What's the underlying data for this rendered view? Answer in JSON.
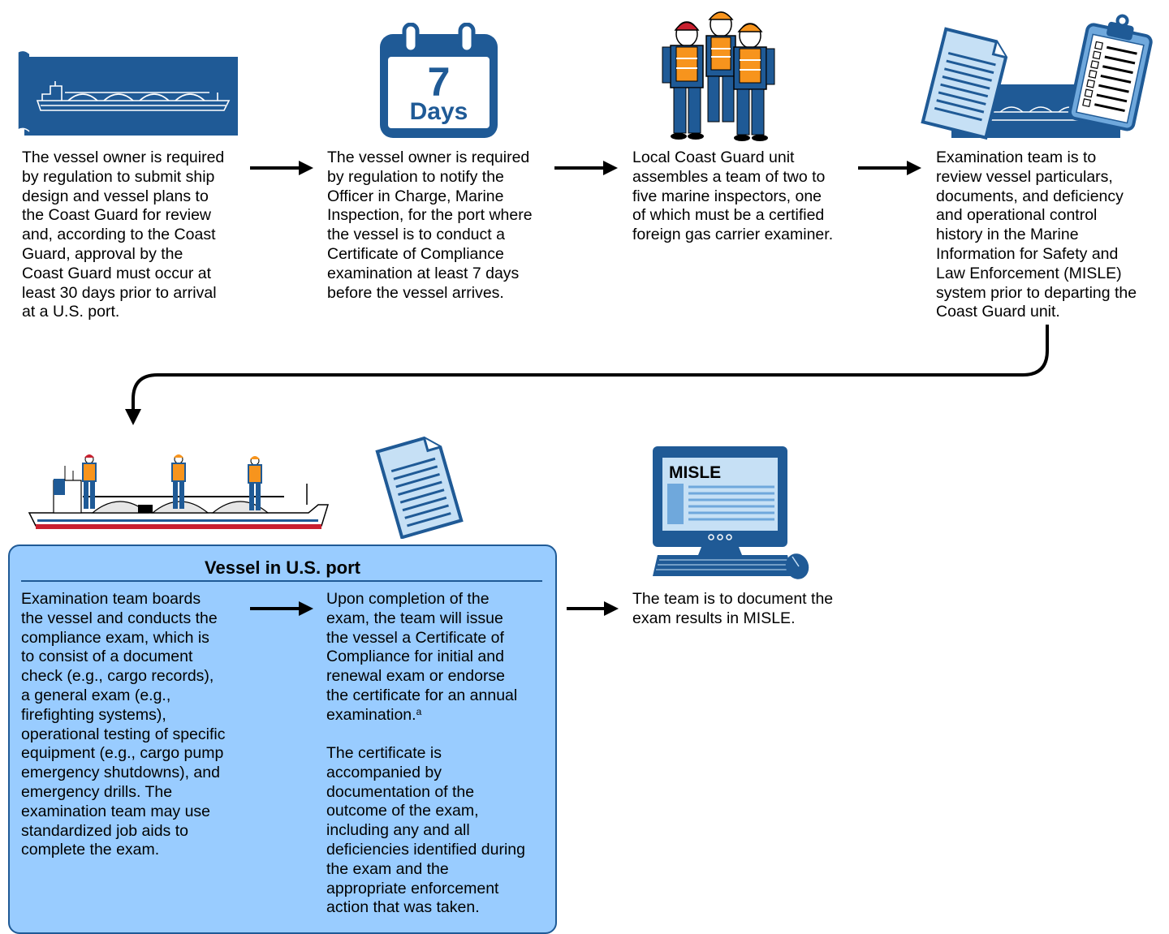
{
  "steps": [
    {
      "text": "The vessel owner is required\nby regulation to submit ship\ndesign and vessel plans to\nthe Coast Guard for review\nand, according to the Coast\nGuard, approval by the\nCoast Guard must occur at\nleast 30 days prior to arrival\nat a U.S. port."
    },
    {
      "text": "The vessel owner is required\nby regulation to notify the\nOfficer in Charge, Marine\nInspection, for the port where\nthe vessel is to conduct a\nCertificate of Compliance\nexamination at least 7 days\nbefore the vessel arrives."
    },
    {
      "text": "Local Coast Guard unit\nassembles a team of two to\nfive marine inspectors, one\nof which must be a certified\nforeign gas carrier examiner."
    },
    {
      "text": "Examination team is to\nreview vessel particulars,\ndocuments, and deficiency\nand operational control\nhistory in the Marine\nInformation for Safety and\nLaw Enforcement (MISLE)\nsystem prior to departing the\nCoast Guard unit."
    },
    {
      "text": "Examination team boards\nthe vessel and conducts the\ncompliance exam, which is\nto consist of a document\ncheck (e.g., cargo records),\na general exam (e.g.,\nfirefighting systems),\noperational testing of specific\nequipment (e.g., cargo pump\nemergency shutdowns), and\nemergency drills. The\nexamination team may use\nstandardized job aids to\ncomplete the exam."
    },
    {
      "text": "Upon completion of the\nexam, the team will issue\nthe vessel a Certificate of\nCompliance for initial and\nrenewal exam or endorse\nthe certificate for an annual\nexamination.",
      "footnote": "a",
      "text2": "The certificate is\naccompanied by\ndocumentation of the\noutcome of the exam,\nincluding any and all\ndeficiencies identified during\nthe exam and the\nappropriate enforcement\naction that was taken."
    },
    {
      "text": "The team is to document the\nexam results in MISLE."
    }
  ],
  "calendar": {
    "number": "7",
    "unit": "Days"
  },
  "port_box": {
    "title": "Vessel in U.S. port"
  },
  "monitor": {
    "label": "MISLE"
  },
  "colors": {
    "primary": "#1f5a96",
    "light": "#99ccff",
    "pale": "#c6e0f5",
    "orange": "#f7941d"
  }
}
